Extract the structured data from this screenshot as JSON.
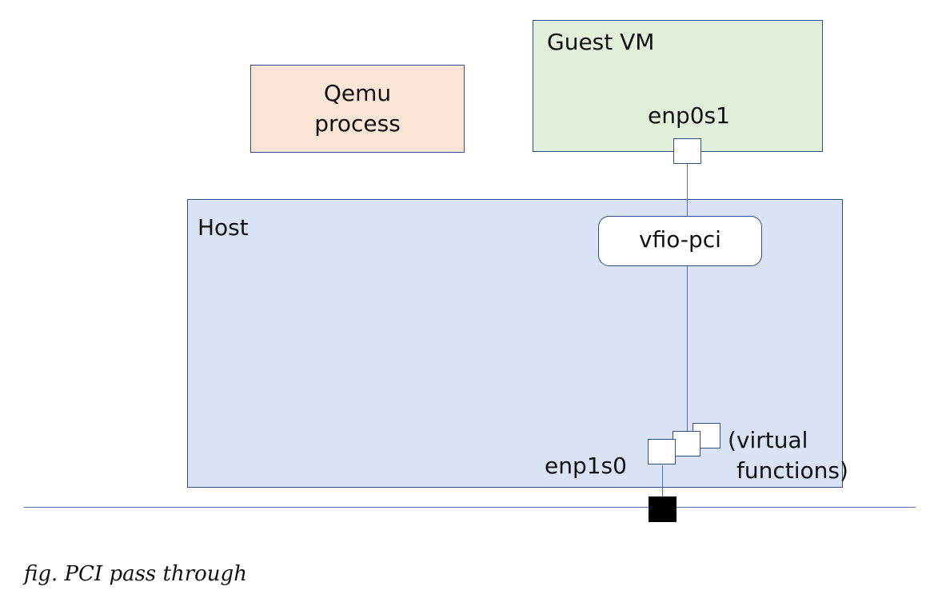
{
  "qemu": {
    "line1": "Qemu",
    "line2": "process"
  },
  "guest": {
    "title": "Guest VM",
    "nic": "enp0s1"
  },
  "host": {
    "title": "Host",
    "driver": "vfio-pci",
    "nic": "enp1s0",
    "vf_line1": "(virtual",
    "vf_line2": "functions)"
  },
  "caption": "fig. PCI pass through",
  "colors": {
    "qemu_fill": "#fbe5d6",
    "guest_fill": "#e2efda",
    "host_fill": "#dae3f3",
    "border": "#2f4f8f",
    "line": "#4f73b8"
  }
}
